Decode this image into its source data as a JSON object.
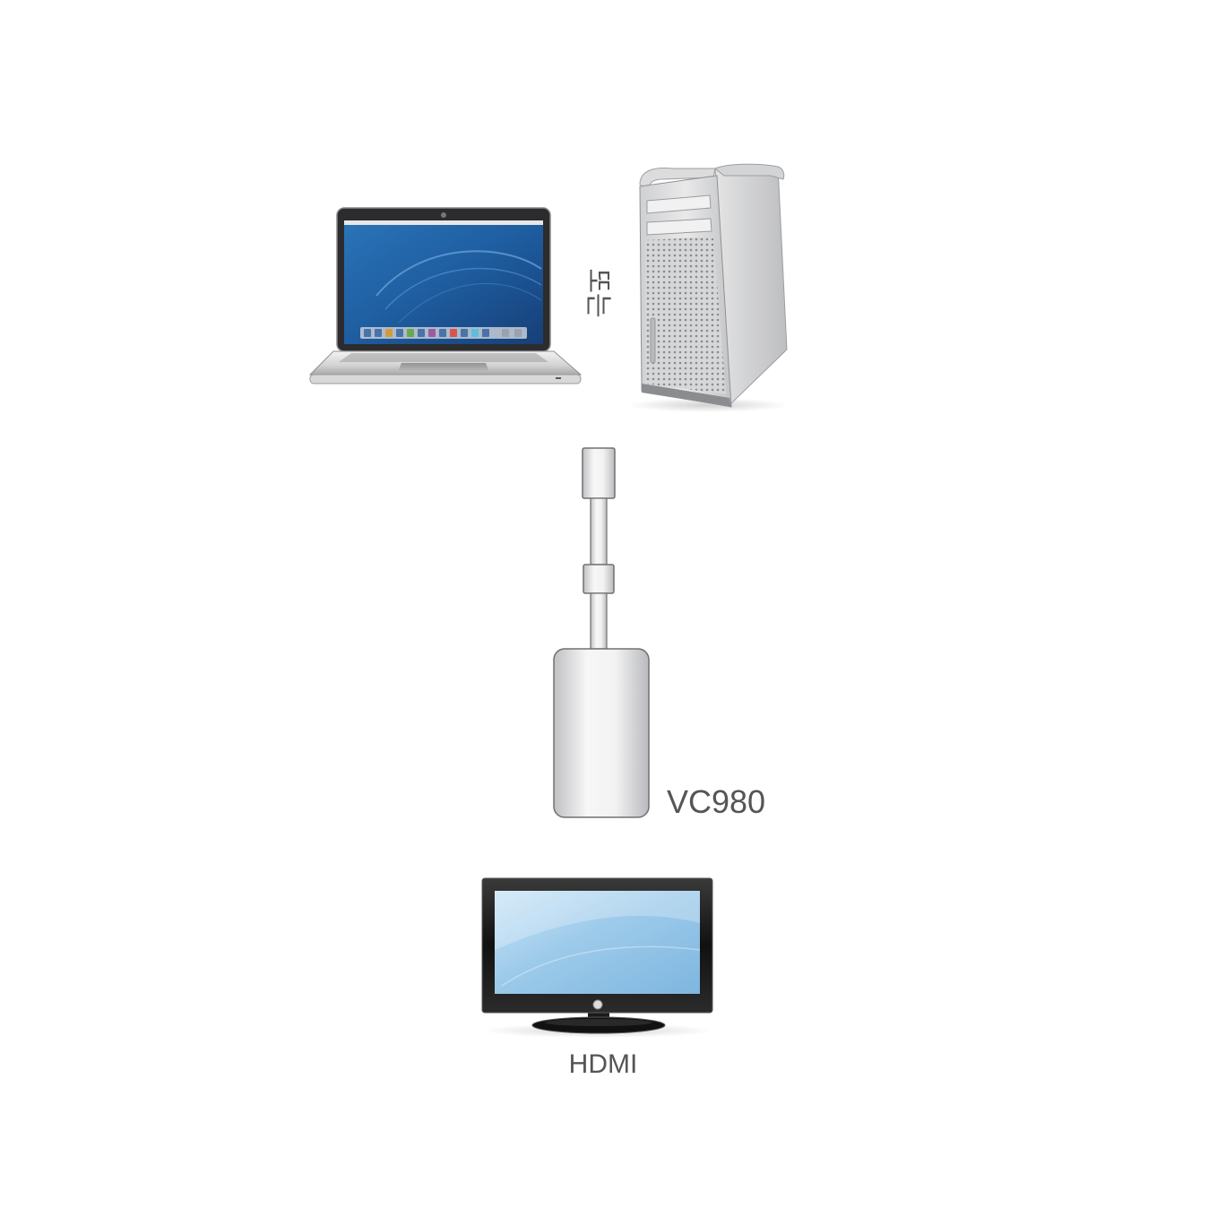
{
  "labels": {
    "or": "또는",
    "adapter_model": "VC980",
    "display_type": "HDMI"
  },
  "colors": {
    "label_text": "#555555",
    "desktop_wallpaper": "#1f5fa3",
    "tv_screen": "#a9d2ef",
    "device_silver": "#d9dadc",
    "device_outline": "#6e6e6e"
  }
}
